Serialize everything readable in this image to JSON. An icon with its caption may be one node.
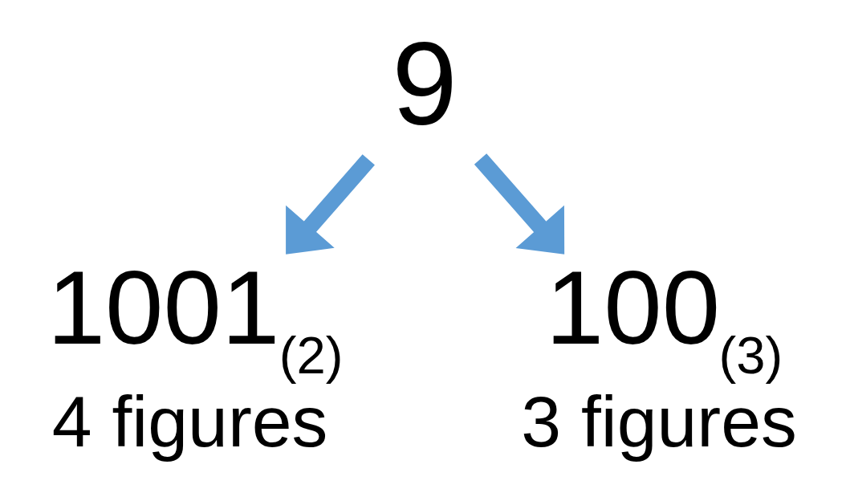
{
  "diagram": {
    "nodes": [
      {
        "text": [
          "9"
        ]
      },
      {
        "text": [
          "1001$_{(2)}$"
        ],
        "beside": [
          "4 figures"
        ]
      },
      {
        "text": [
          "100$_{(3)}$"
        ],
        "beside": [
          "3 figures"
        ]
      }
    ],
    "edges": [
      {
        "from": 0,
        "to": 1,
        "arrow": "to"
      },
      {
        "from": 0,
        "to": 2,
        "arrow": "to"
      }
    ]
  }
}
